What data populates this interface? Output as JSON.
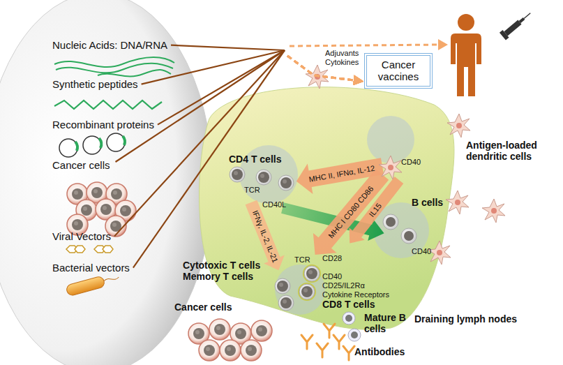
{
  "diagram": {
    "nodes": [
      {
        "text": [
          "Nucleic Acids: DNA/RNA"
        ]
      },
      {
        "text": [
          "Synthetic peptides"
        ]
      },
      {
        "text": [
          "Recombinant proteins"
        ]
      },
      {
        "text": [
          "Cancer cells"
        ]
      },
      {
        "text": [
          "Viral Vectors"
        ]
      },
      {
        "text": [
          "Bacterial vectors"
        ]
      },
      {
        "text": [
          "Cancer vaccines"
        ]
      }
    ],
    "edges": [
      {
        "from": 0,
        "to": 6,
        "arrow": "to"
      },
      {
        "from": 1,
        "to": 6,
        "arrow": "to"
      },
      {
        "from": 2,
        "to": 6,
        "arrow": "to"
      },
      {
        "from": 3,
        "to": 6,
        "arrow": "to"
      },
      {
        "from": 4,
        "to": 6,
        "arrow": "to"
      },
      {
        "from": 5,
        "to": 6,
        "arrow": "to"
      }
    ],
    "labels": [
      "Adjuvants Cytokines",
      "Antigen-loaded dendritic cells",
      "CD4 T cells",
      "MHC II, IFNα,  IL-12",
      "CD40",
      "TCR",
      "CD40L",
      "B cells",
      "CD40",
      "IFNγ, IL-2, IL-21",
      "MHC I CD80 CD86",
      "IL15",
      "TCR",
      "CD28",
      "CD40",
      "CD25/IL2Rα",
      "Cytokine Receptors",
      "CD8 T cells",
      "Cytotoxic T cells Memory T cells",
      "Cancer cells",
      "Mature B cells",
      "Antibodies",
      "Draining lymph nodes"
    ]
  }
}
